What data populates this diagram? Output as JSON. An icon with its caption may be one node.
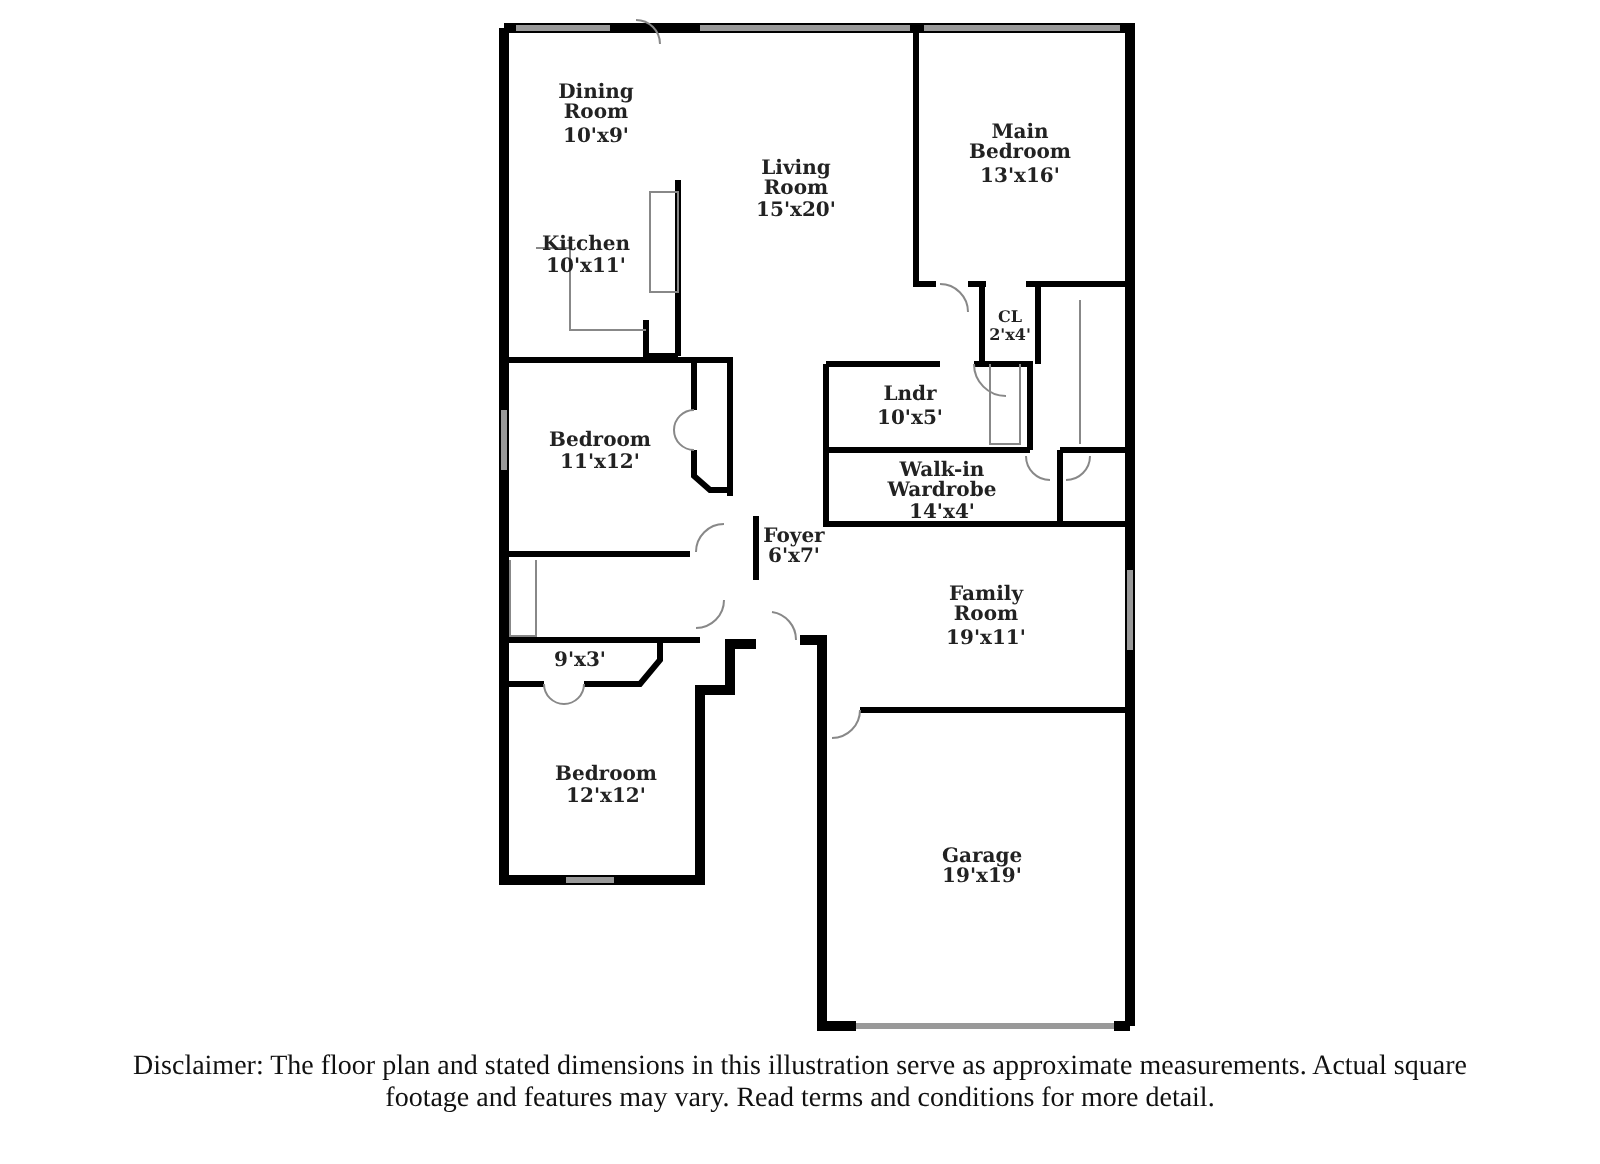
{
  "diagram": {
    "caption": "Disclaimer: The floor plan and stated dimensions in this illustration serve as approximate measurements. Actual square footage and features may vary. Read terms and conditions for more detail.",
    "labels": [
      "Dining Room",
      "10'x9'",
      "Living Room",
      "15'x20'",
      "Main Bedroom",
      "13'x16'",
      "Kitchen",
      "10'x11'",
      "CL",
      "2'x4'",
      "Lndr",
      "10'x5'",
      "Bedroom",
      "11'x12'",
      "Walk-in Wardrobe",
      "14'x4'",
      "Foyer",
      "6'x7'",
      "Family Room",
      "19'x11'",
      "9'x3'",
      "Bedroom",
      "12'x12'",
      "Garage",
      "19'x19'"
    ]
  }
}
